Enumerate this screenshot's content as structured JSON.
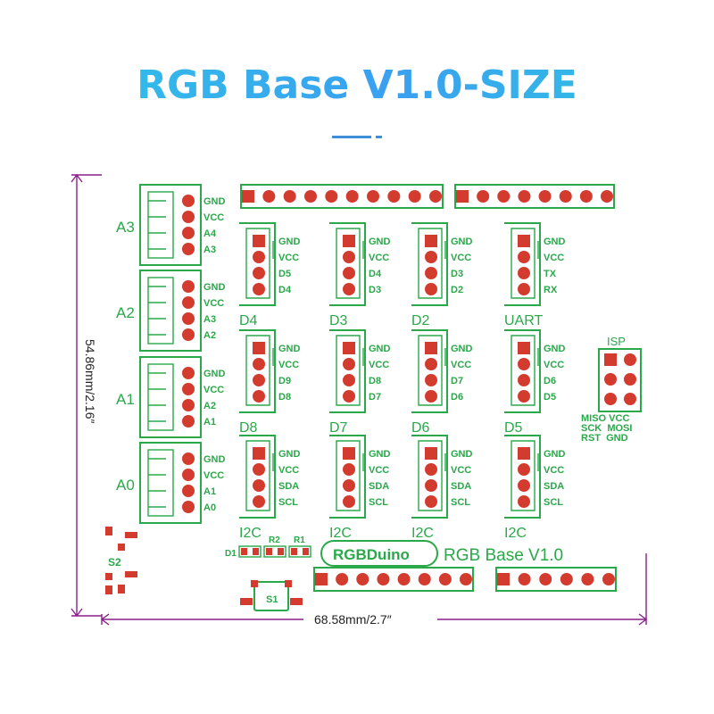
{
  "title": "RGB Base V1.0-SIZE",
  "dimensions": {
    "width_label": "68.58mm/2.7″",
    "height_label": "54.86mm/2.16″"
  },
  "analog_connectors": [
    {
      "name": "A3",
      "pins": [
        "GND",
        "VCC",
        "A4",
        "A3"
      ]
    },
    {
      "name": "A2",
      "pins": [
        "GND",
        "VCC",
        "A3",
        "A2"
      ]
    },
    {
      "name": "A1",
      "pins": [
        "GND",
        "VCC",
        "A2",
        "A1"
      ]
    },
    {
      "name": "A0",
      "pins": [
        "GND",
        "VCC",
        "A1",
        "A0"
      ]
    }
  ],
  "digital_rows": [
    [
      {
        "name": "D4",
        "pins": [
          "GND",
          "VCC",
          "D5",
          "D4"
        ]
      },
      {
        "name": "D3",
        "pins": [
          "GND",
          "VCC",
          "D4",
          "D3"
        ]
      },
      {
        "name": "D2",
        "pins": [
          "GND",
          "VCC",
          "D3",
          "D2"
        ]
      },
      {
        "name": "UART",
        "pins": [
          "GND",
          "VCC",
          "TX",
          "RX"
        ]
      }
    ],
    [
      {
        "name": "D8",
        "pins": [
          "GND",
          "VCC",
          "D9",
          "D8"
        ]
      },
      {
        "name": "D7",
        "pins": [
          "GND",
          "VCC",
          "D8",
          "D7"
        ]
      },
      {
        "name": "D6",
        "pins": [
          "GND",
          "VCC",
          "D7",
          "D6"
        ]
      },
      {
        "name": "D5",
        "pins": [
          "GND",
          "VCC",
          "D6",
          "D5"
        ]
      }
    ],
    [
      {
        "name": "I2C",
        "pins": [
          "GND",
          "VCC",
          "SDA",
          "SCL"
        ]
      },
      {
        "name": "I2C",
        "pins": [
          "GND",
          "VCC",
          "SDA",
          "SCL"
        ]
      },
      {
        "name": "I2C",
        "pins": [
          "GND",
          "VCC",
          "SDA",
          "SCL"
        ]
      },
      {
        "name": "I2C",
        "pins": [
          "GND",
          "VCC",
          "SDA",
          "SCL"
        ]
      }
    ]
  ],
  "headers": {
    "top_left_pins": 10,
    "top_right_pins": 8,
    "bottom_left_pins": 8,
    "bottom_right_pins": 6
  },
  "isp": {
    "label": "ISP",
    "pin_labels": [
      "MISO VCC",
      "SCK  MOSI",
      "RST  GND"
    ]
  },
  "components": {
    "d1": "D1",
    "r2": "R2",
    "r1": "R1",
    "s1": "S1",
    "s2": "S2"
  },
  "brand": {
    "logo": "RGBDuino",
    "board_name": "RGB Base V1.0"
  },
  "colors": {
    "silkscreen": "#2aa84a",
    "pad": "#d23b2e",
    "dimension_line": "#8a1f8a",
    "title_gradient": [
      "#2fc6e6",
      "#3aa0f0"
    ]
  }
}
